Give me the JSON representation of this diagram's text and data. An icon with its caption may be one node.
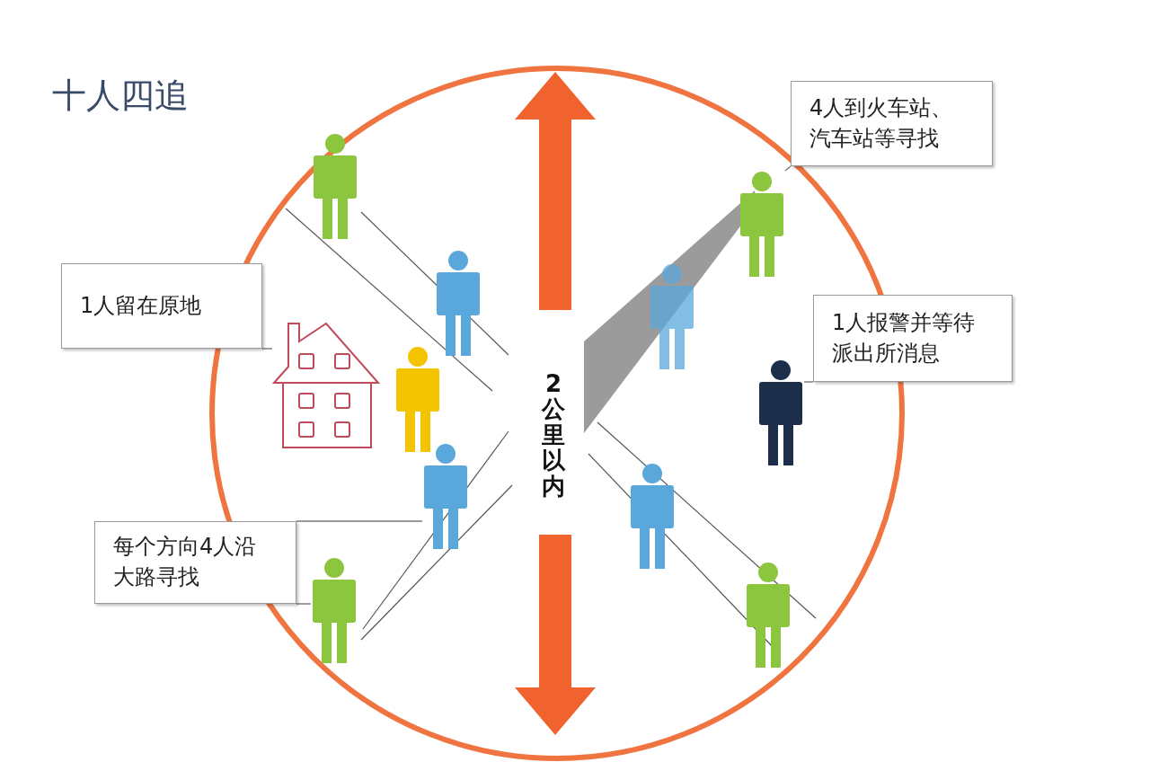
{
  "diagram": {
    "title": "十人四追",
    "nodes": [
      {
        "text": [
          "1人留在原地"
        ]
      },
      {
        "text": [],
        "shape": "picture"
      },
      {
        "text": [
          "每个方向4人沿大路寻找"
        ]
      },
      {
        "text": [
          "4人到火车站、汽车站等寻找"
        ]
      },
      {
        "text": [
          "1人报警并等待派出所消息"
        ]
      },
      {
        "text": [
          "2公里以内"
        ]
      },
      {
        "text": [],
        "shape": "person"
      },
      {
        "text": [],
        "shape": "person"
      },
      {
        "text": [],
        "shape": "person"
      },
      {
        "text": [],
        "shape": "person"
      },
      {
        "text": [],
        "shape": "person"
      },
      {
        "text": [],
        "shape": "person"
      },
      {
        "text": [],
        "shape": "person"
      },
      {
        "text": [],
        "shape": "person"
      },
      {
        "text": [],
        "shape": "person"
      },
      {
        "text": [],
        "shape": "person"
      }
    ],
    "edges": [
      {
        "from": 0,
        "to": 1,
        "arrow": "none"
      },
      {
        "from": 2,
        "to": 9,
        "arrow": "none"
      },
      {
        "from": 2,
        "to": 10,
        "arrow": "none"
      },
      {
        "from": 3,
        "to": 11,
        "arrow": "none"
      },
      {
        "from": 4,
        "to": 13,
        "arrow": "none"
      }
    ]
  }
}
